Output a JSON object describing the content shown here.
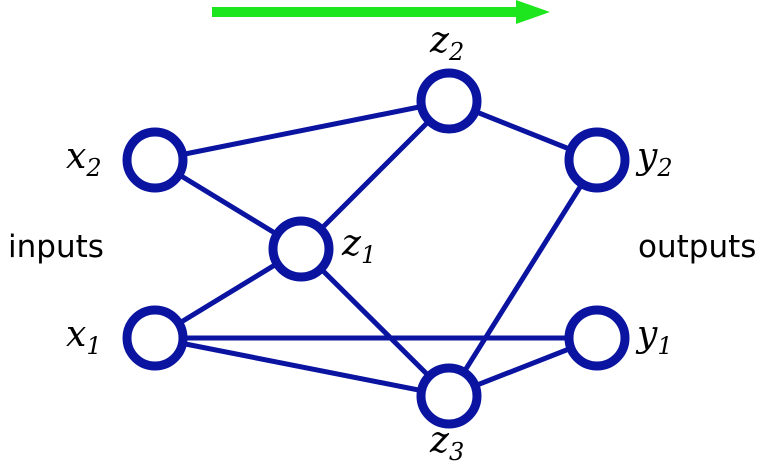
{
  "colors": {
    "arrow": "#1ee61e",
    "network": "#0a14a0"
  },
  "side_labels": {
    "inputs": "inputs",
    "outputs": "outputs"
  },
  "nodes": {
    "x2": {
      "var": "x",
      "sub": "2"
    },
    "x1": {
      "var": "x",
      "sub": "1"
    },
    "z1": {
      "var": "z",
      "sub": "1"
    },
    "z2": {
      "var": "z",
      "sub": "2"
    },
    "z3": {
      "var": "z",
      "sub": "3"
    },
    "y2": {
      "var": "y",
      "sub": "2"
    },
    "y1": {
      "var": "y",
      "sub": "1"
    }
  },
  "edges": [
    [
      "x2",
      "z2"
    ],
    [
      "x2",
      "z1"
    ],
    [
      "x1",
      "z1"
    ],
    [
      "x1",
      "y1"
    ],
    [
      "x1",
      "z3"
    ],
    [
      "z1",
      "z2"
    ],
    [
      "z1",
      "z3"
    ],
    [
      "z2",
      "y2"
    ],
    [
      "z3",
      "y2"
    ],
    [
      "z3",
      "y1"
    ]
  ]
}
